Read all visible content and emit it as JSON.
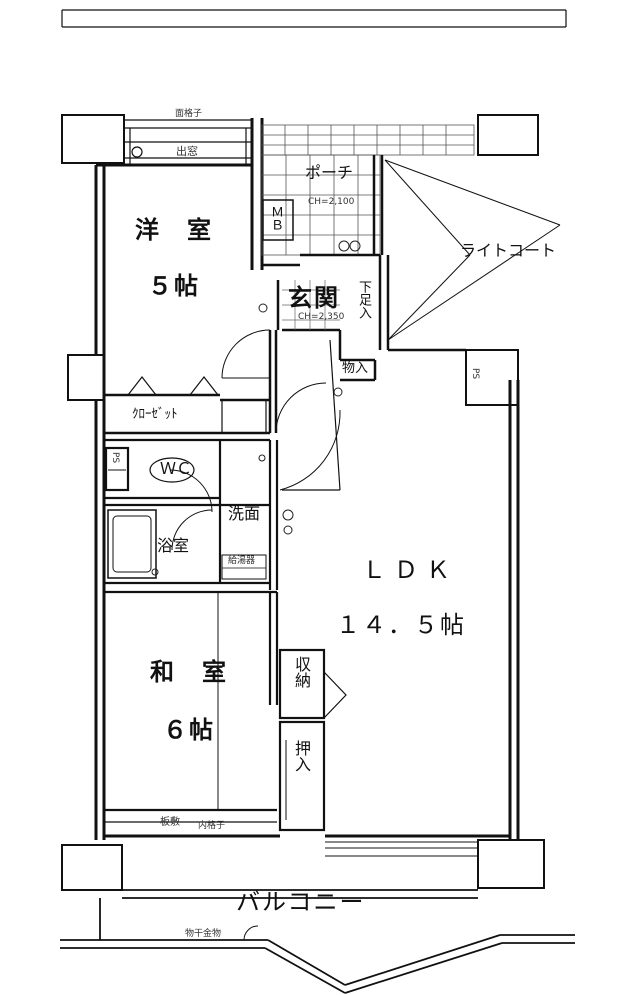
{
  "labels": {
    "porch": "ポーチ",
    "western_room": "洋　室",
    "western_size": "５帖",
    "entrance": "玄関",
    "light_court": "ライトコート",
    "mb": "ＭＢ",
    "shoe_storage": "下足入",
    "storage_small": "物入",
    "closet": "ｸﾛｰｾﾞｯﾄ",
    "wc": "ＷＣ",
    "washroom": "洗面",
    "bathroom": "浴室",
    "ldk": "ＬＤＫ",
    "ldk_size": "１４．５帖",
    "japanese_room": "和　室",
    "japanese_size": "６帖",
    "storage": "収納",
    "oshiire": "押入",
    "balcony": "バルコニー",
    "handrail_top": "面格子",
    "bay_window": "出窓",
    "inner_lattice": "内格子",
    "board_floor": "板敷",
    "drying": "物干金物",
    "ps": "PS",
    "ch_porch": "CH=2,100",
    "ch_entrance": "CH=2,350",
    "water_heater": "給湯器"
  }
}
